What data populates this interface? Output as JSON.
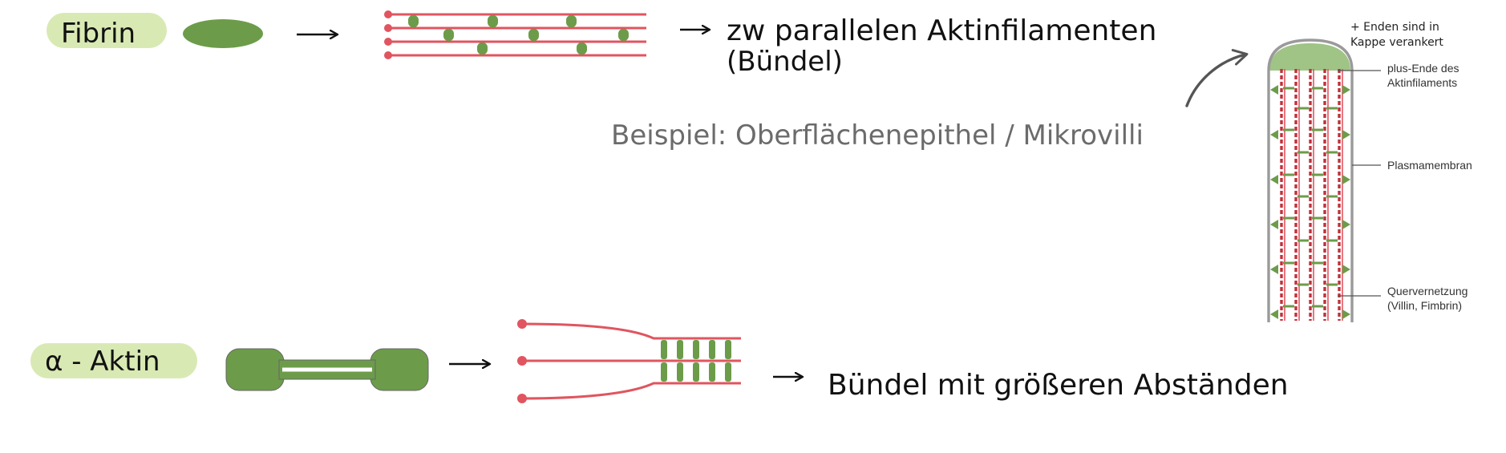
{
  "colors": {
    "filament": "#e0555f",
    "protein": "#6c9c4a",
    "pill": "#d9e9b4",
    "cap": "#9fc486",
    "membrane": "#9a9a9a",
    "text": "#111111",
    "grey_text": "#6b6b6b"
  },
  "row1": {
    "tag": "Fibrin",
    "result": "zw parallelen Aktinfilamenten",
    "result_sub": "(Bündel)"
  },
  "example": {
    "text": "Beispiel: Oberflächenepithel / Mikrovilli"
  },
  "row2": {
    "tag": "α - Aktin",
    "result": "Bündel mit größeren Abständen"
  },
  "figure": {
    "note_line1": "+ Enden sind in",
    "note_line2": "Kappe verankert",
    "label_plus_end_1": "plus-Ende des",
    "label_plus_end_2": "Aktinfilaments",
    "label_membrane": "Plasmamembran",
    "label_crosslink_1": "Quervernetzung",
    "label_crosslink_2": "(Villin, Fimbrin)"
  },
  "icons": {
    "arrow": "right-arrow-icon",
    "curved_arrow": "curved-arrow-icon"
  }
}
